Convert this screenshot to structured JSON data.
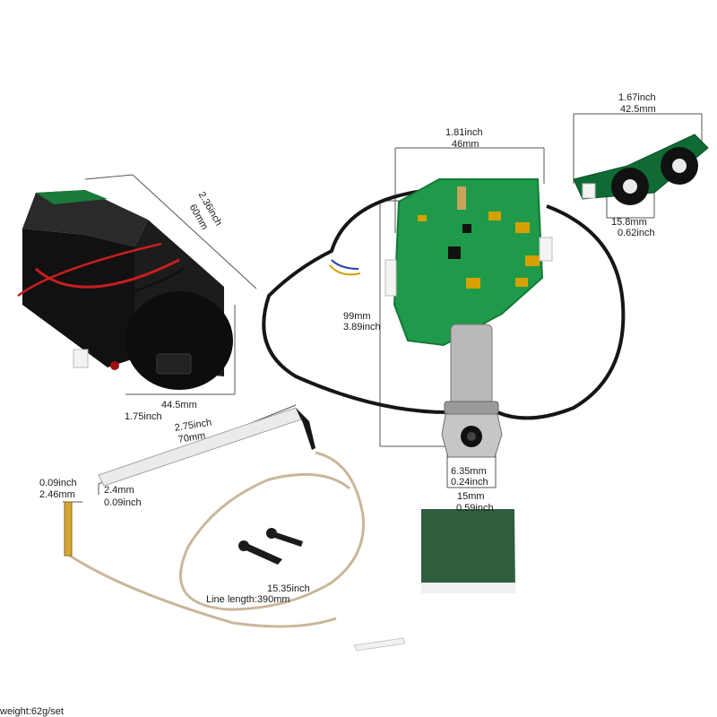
{
  "battery": {
    "diag_inch": "2.36inch",
    "diag_mm": "60mm",
    "width_mm": "44.5mm",
    "width_inch": "1.75inch"
  },
  "preamp": {
    "width_inch": "1.81inch",
    "width_mm": "46mm",
    "height_mm": "99mm",
    "height_inch": "3.89inch"
  },
  "knobs": {
    "width_inch": "1.67inch",
    "width_mm": "42.5mm",
    "knob_mm": "15.8mm",
    "knob_inch": "0.62inch"
  },
  "jack": {
    "hole_mm": "6.35mm",
    "hole_inch": "0.24inch",
    "width_mm": "15mm",
    "width_inch": "0.59inch"
  },
  "rod": {
    "length_inch": "2.75inch",
    "length_mm": "70mm",
    "thick_mm": "2.4mm",
    "thick_inch": "0.09inch"
  },
  "pickup": {
    "dia_inch": "0.09inch",
    "dia_mm": "2.46mm"
  },
  "cable": {
    "length_inch": "15.35inch",
    "length_label": "Line length:390mm"
  },
  "footer": {
    "weight": "weight:62g/set"
  },
  "colors": {
    "pcb": "#1f9a4a",
    "board_dark": "#0f6b33",
    "metal": "#b9b9b9",
    "foam": "#2e5e3e"
  }
}
